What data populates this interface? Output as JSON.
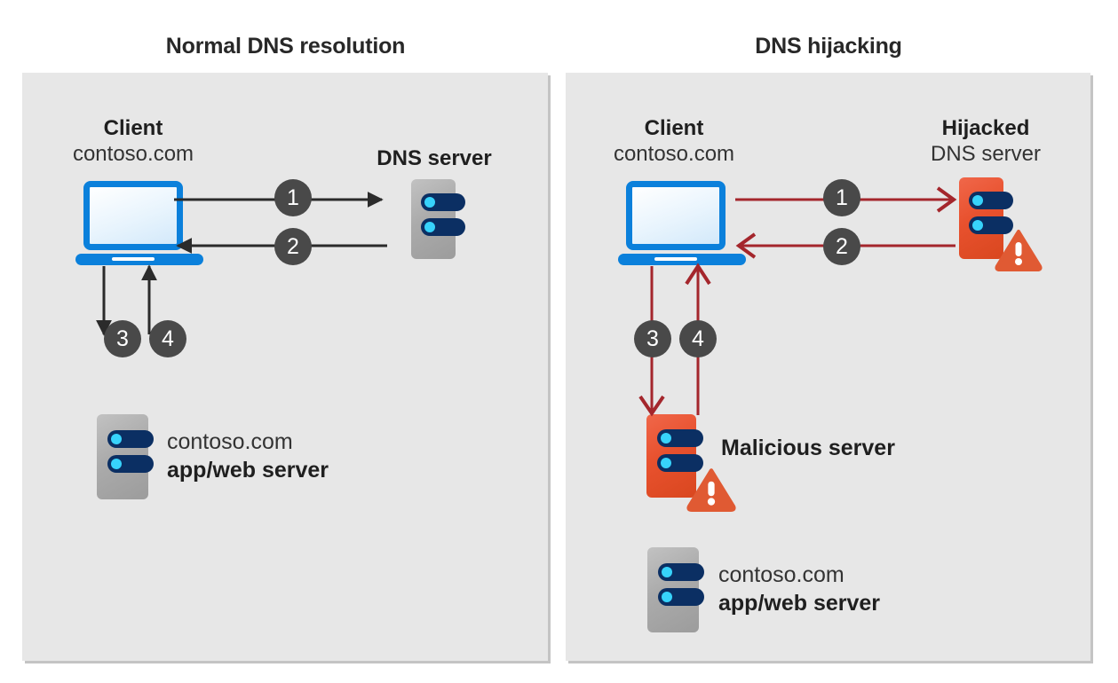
{
  "diagram": {
    "title_left": "Normal DNS resolution",
    "title_right": "DNS hijacking"
  },
  "colors": {
    "panel_background": "#e7e7e7",
    "page_background": "#ffffff",
    "step_badge": "#494949",
    "arrow_normal": "#2b2b2b",
    "arrow_attack": "#a4262c",
    "server_gray": "#ababab",
    "server_malicious": "#e8512e",
    "laptop_blue": "#0b80db",
    "server_pill": "#0b2f63",
    "server_dot": "#37d3fb",
    "warning": "#e05a33",
    "text": "#262626"
  },
  "left_panel": {
    "client": {
      "name": "Client",
      "domain": "contoso.com",
      "icon": "laptop-icon"
    },
    "dns_server": {
      "name": "DNS server",
      "icon": "server-icon"
    },
    "app_server": {
      "domain": "contoso.com",
      "role": "app/web server",
      "icon": "server-icon"
    },
    "steps": [
      {
        "number": "1",
        "direction": "client-to-dns-server"
      },
      {
        "number": "2",
        "direction": "dns-server-to-client"
      },
      {
        "number": "3",
        "direction": "client-to-app-server"
      },
      {
        "number": "4",
        "direction": "app-server-to-client"
      }
    ]
  },
  "right_panel": {
    "client": {
      "name": "Client",
      "domain": "contoso.com",
      "icon": "laptop-icon"
    },
    "hijacked_dns_server": {
      "name": "Hijacked",
      "subtitle": "DNS server",
      "icon": "server-icon",
      "badge": "warning-icon"
    },
    "malicious_server": {
      "label": "Malicious server",
      "icon": "server-icon",
      "badge": "warning-icon"
    },
    "app_server": {
      "domain": "contoso.com",
      "role": "app/web server",
      "icon": "server-icon"
    },
    "steps": [
      {
        "number": "1",
        "direction": "client-to-hijacked-dns-server"
      },
      {
        "number": "2",
        "direction": "hijacked-dns-server-to-client"
      },
      {
        "number": "3",
        "direction": "client-to-malicious-server"
      },
      {
        "number": "4",
        "direction": "malicious-server-to-client"
      }
    ]
  }
}
